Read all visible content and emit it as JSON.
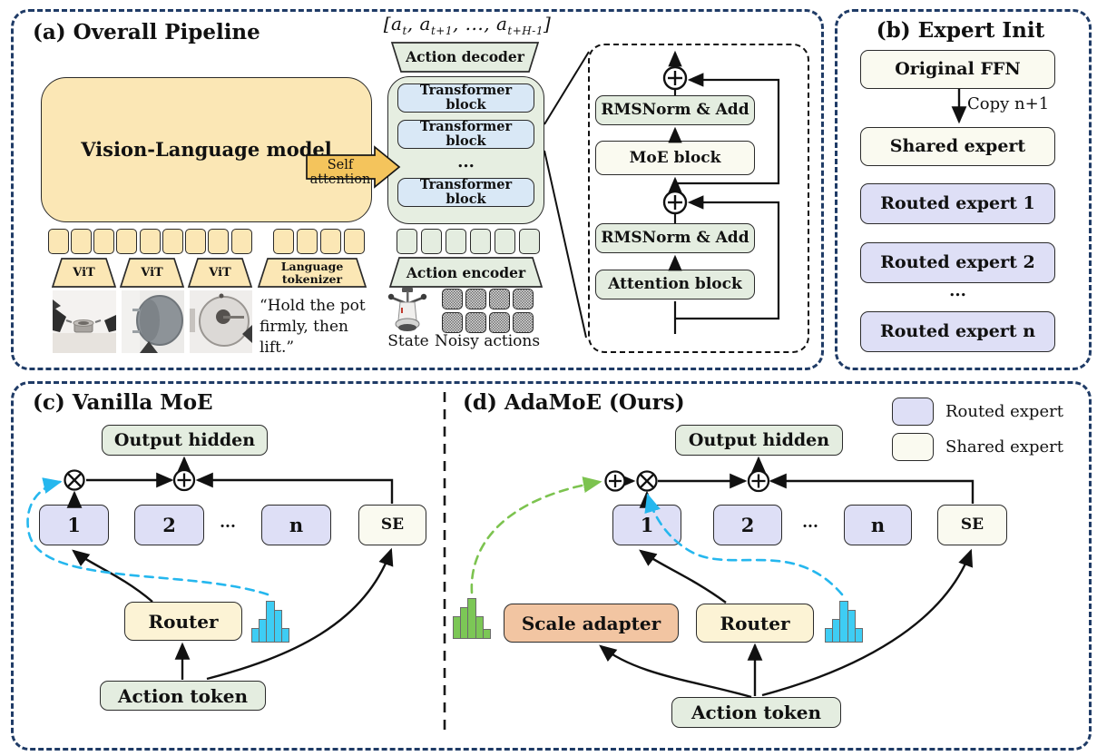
{
  "colors": {
    "panel_border_navy": "#1F3B66",
    "box_border": "#2B2B2B",
    "token_yellow": "#FBE7B5",
    "sage_container": "#E6EEE1",
    "transformer_block_blue": "#D9E8F6",
    "green_box": "#E4EDE0",
    "cream_box": "#FAFAF0",
    "lavender_box": "#DEDFF6",
    "router_yellow": "#FCF3D5",
    "scale_adapter_salmon": "#F2C5A2",
    "self_attention_arrow": "#F4C45C",
    "histogram_blue": "#3ECDF4",
    "histogram_green": "#7CC756",
    "dashed_curve_blue": "#25B7EE",
    "dashed_curve_green": "#7CC34F"
  },
  "panel_a": {
    "title": "(a) Overall Pipeline",
    "vlm_label": "Vision-Language model",
    "self_attention_label": "Self attention",
    "formula": {
      "open": "[",
      "a": "a",
      "sub1": "t",
      "comma": ", ",
      "sub2": "t+1",
      "mid": ", ..., ",
      "sub3": "t+H-1",
      "close": "]"
    },
    "action_decoder_label": "Action decoder",
    "transformer_blocks": [
      "Transformer block",
      "Transformer block",
      "Transformer block"
    ],
    "ellipsis": "...",
    "vit_labels": [
      "ViT",
      "ViT",
      "ViT"
    ],
    "language_tokenizer_label": "Language tokenizer",
    "instruction_text": "“Hold the pot firmly, then lift.”",
    "action_encoder_label": "Action encoder",
    "state_label": "State",
    "noisy_actions_label": "Noisy actions",
    "detail_block": {
      "rmsnorm_add_top": "RMSNorm & Add",
      "moe_block": "MoE block",
      "rmsnorm_add_bottom": "RMSNorm & Add",
      "attention_block": "Attention block"
    }
  },
  "panel_b": {
    "title": "(b) Expert Init",
    "original_ffn": "Original FFN",
    "copy_label": "Copy n+1",
    "shared_expert": "Shared expert",
    "routed_experts": [
      "Routed expert 1",
      "Routed expert 2",
      "Routed expert n"
    ],
    "ellipsis": "..."
  },
  "panel_c": {
    "title": "(c) Vanilla MoE",
    "output_hidden": "Output hidden",
    "experts": [
      "1",
      "2",
      "n"
    ],
    "ellipsis": "...",
    "shared_expert_abbr": "SE",
    "router": "Router",
    "action_token": "Action token"
  },
  "panel_d": {
    "title": "(d) AdaMoE (Ours)",
    "output_hidden": "Output hidden",
    "experts": [
      "1",
      "2",
      "n"
    ],
    "ellipsis": "...",
    "shared_expert_abbr": "SE",
    "scale_adapter": "Scale adapter",
    "router": "Router",
    "action_token": "Action token"
  },
  "legend": {
    "routed_expert": "Routed expert",
    "shared_expert": "Shared expert"
  },
  "histograms": {
    "blue_router_weights": [
      35,
      57,
      100,
      78,
      35
    ],
    "green_scale_weights": [
      55,
      78,
      100,
      55,
      25
    ]
  }
}
